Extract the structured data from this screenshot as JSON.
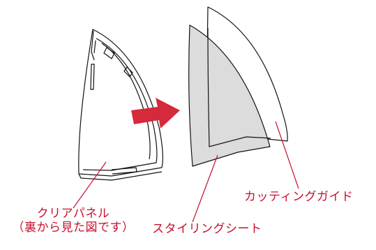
{
  "labels": {
    "clear_panel_line1": "クリアパネル",
    "clear_panel_line2": "（裏から見た図です）",
    "styling_sheet": "スタイリングシート",
    "cutting_guide": "カッティングガイド"
  },
  "colors": {
    "label_text": "#c8102e",
    "leader_line": "#c8102e",
    "arrow": "#d42a3c",
    "outline": "#111111",
    "sheet_fill": "#dcdcdc"
  }
}
